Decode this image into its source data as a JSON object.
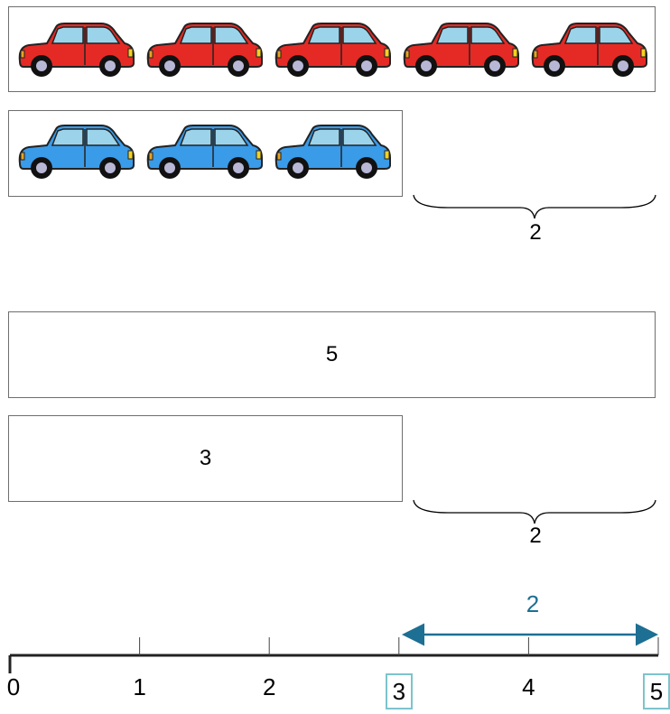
{
  "cars": {
    "red_count": 5,
    "blue_count": 3,
    "red_color": "#e52a25",
    "blue_color": "#3a9be8"
  },
  "brace_top": {
    "label": "2"
  },
  "bars": {
    "bar5": {
      "label": "5"
    },
    "bar3": {
      "label": "3"
    }
  },
  "brace_bottom": {
    "label": "2"
  },
  "number_line": {
    "ticks": [
      "0",
      "1",
      "2",
      "3",
      "4",
      "5"
    ],
    "highlighted": [
      "3",
      "5"
    ],
    "highlight_color": "#7cc4cc",
    "arrow_label": "2",
    "arrow_color": "#1d6f93"
  }
}
